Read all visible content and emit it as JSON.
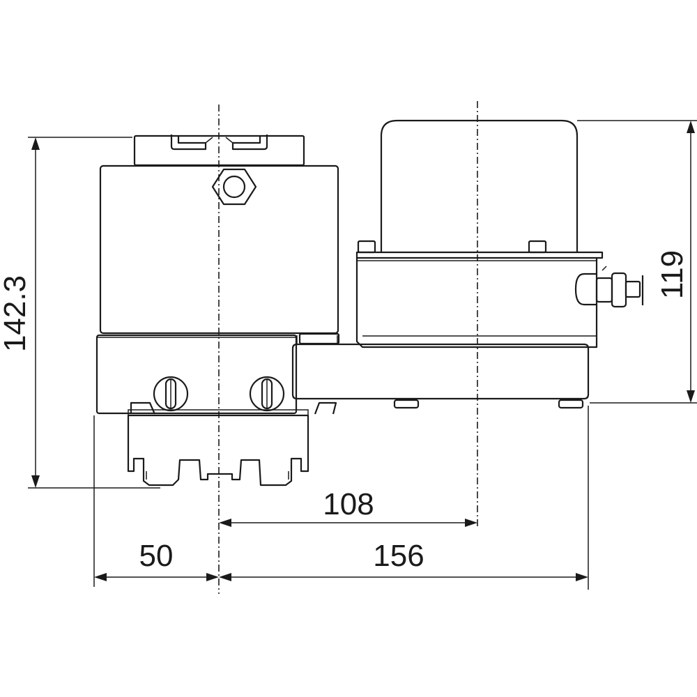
{
  "drawing": {
    "line_color": "#1a1a1a",
    "background": "#ffffff"
  },
  "dimensions": {
    "height_left": "142.3",
    "height_right": "119",
    "offset_center": "108",
    "width_left": "50",
    "width_right": "156"
  }
}
